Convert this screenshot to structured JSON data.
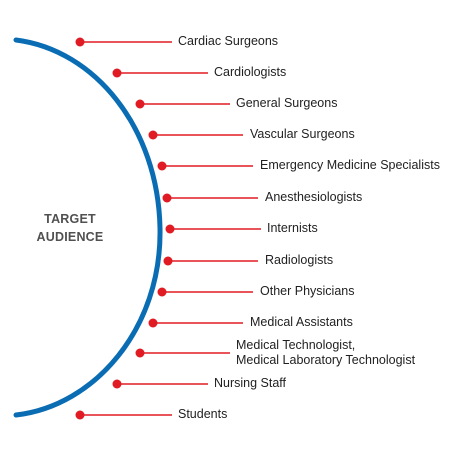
{
  "center": {
    "line1": "TARGET",
    "line2": "AUDIENCE"
  },
  "colors": {
    "arc": "#0a6db4",
    "connector": "#e01b24",
    "text": "#1f1f1f",
    "center_text": "#505050"
  },
  "items": [
    {
      "label": "Cardiac Surgeons"
    },
    {
      "label": "Cardiologists"
    },
    {
      "label": "General Surgeons"
    },
    {
      "label": "Vascular Surgeons"
    },
    {
      "label": "Emergency Medicine Specialists"
    },
    {
      "label": "Anesthesiologists"
    },
    {
      "label": "Internists"
    },
    {
      "label": "Radiologists"
    },
    {
      "label": "Other Physicians"
    },
    {
      "label": "Medical Assistants"
    },
    {
      "label": "Medical Technologist,",
      "label2": "Medical Laboratory Technologist"
    },
    {
      "label": "Nursing Staff"
    },
    {
      "label": "Students"
    }
  ]
}
